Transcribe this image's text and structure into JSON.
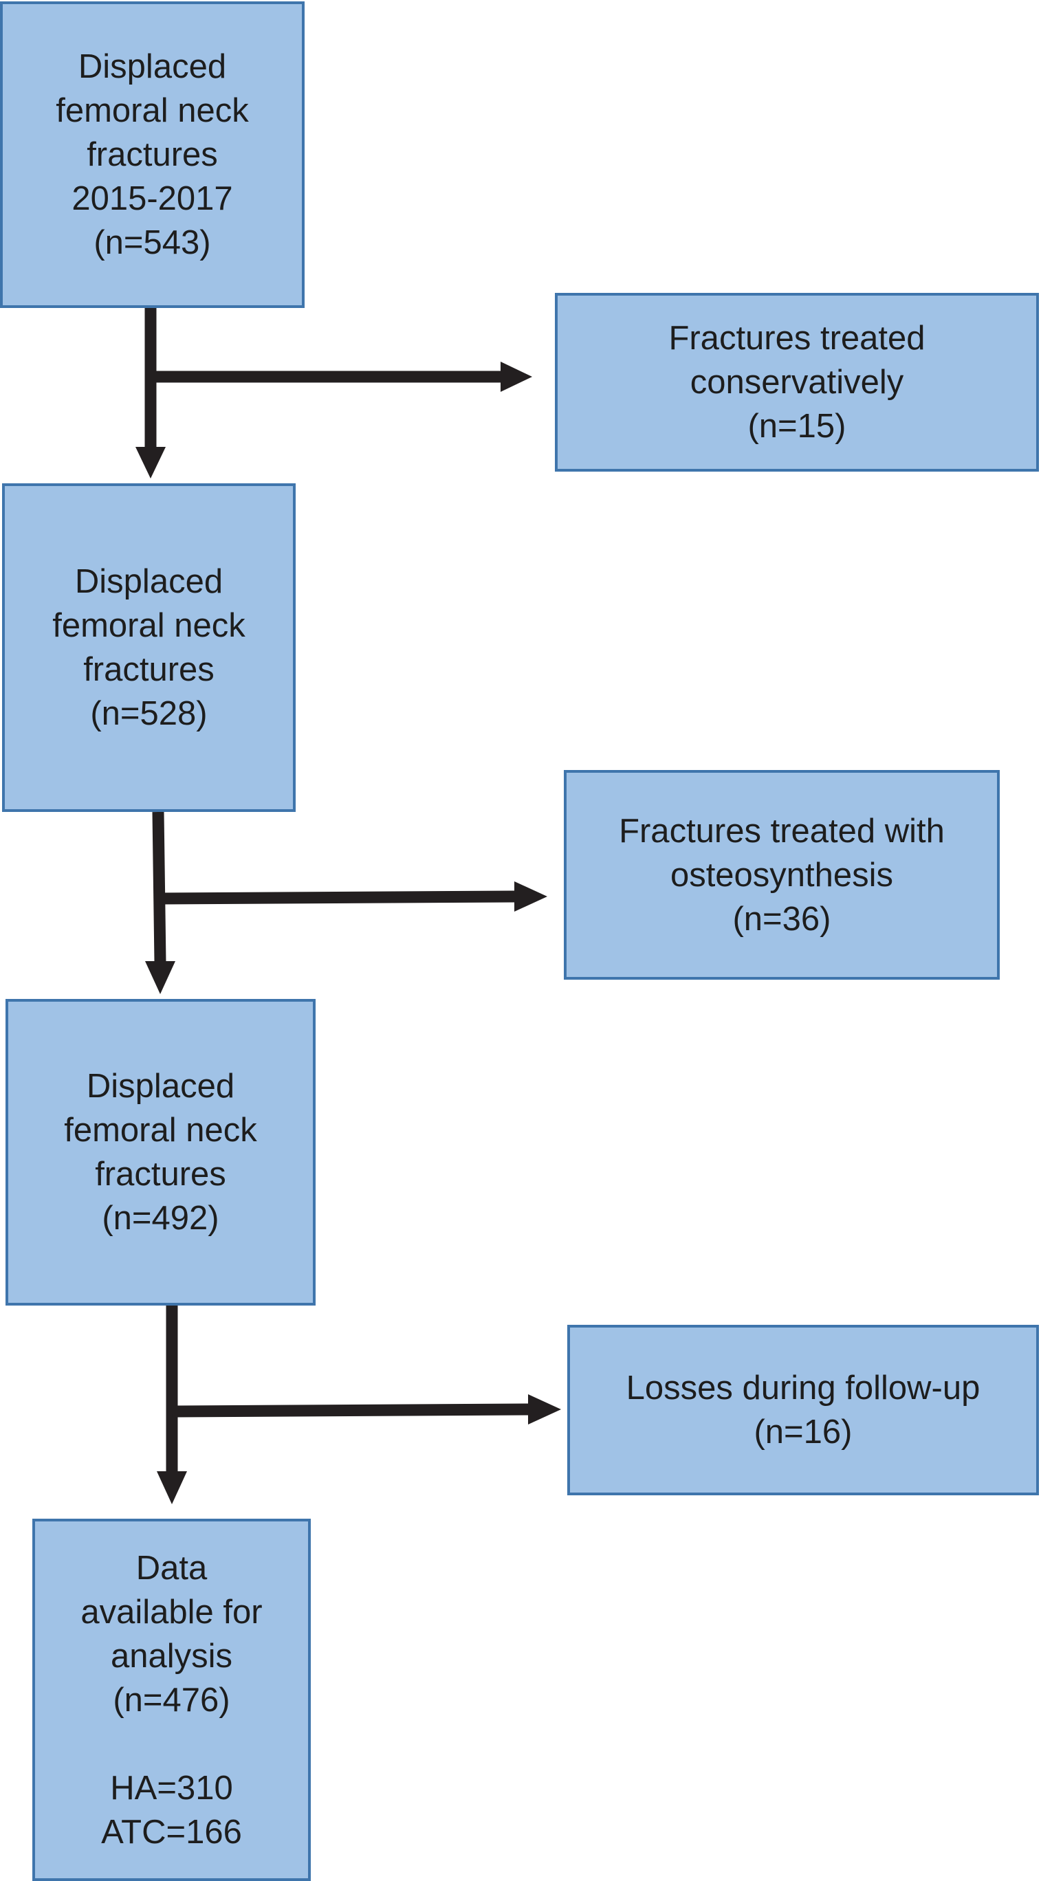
{
  "colors": {
    "box_fill": "#a0c2e6",
    "box_border": "#3f75ac",
    "arrow": "#231f20",
    "text": "#1d1d1d"
  },
  "boxes": {
    "initial": {
      "lines": [
        "Displaced",
        "femoral neck",
        "fractures",
        "2015-2017",
        "(n=543)"
      ]
    },
    "conservative": {
      "lines": [
        "Fractures treated",
        "conservatively",
        "(n=15)"
      ]
    },
    "after_conservative": {
      "lines": [
        "Displaced",
        "femoral neck",
        "fractures",
        "(n=528)"
      ]
    },
    "osteosynthesis": {
      "lines": [
        "Fractures treated with",
        "osteosynthesis",
        "(n=36)"
      ]
    },
    "after_osteosynthesis": {
      "lines": [
        "Displaced",
        "femoral neck",
        "fractures",
        "(n=492)"
      ]
    },
    "losses": {
      "lines": [
        "Losses during follow-up",
        "(n=16)"
      ]
    },
    "final": {
      "lines": [
        "Data",
        "available for",
        "analysis",
        "(n=476)"
      ],
      "groups": [
        "HA=310",
        "ATC=166"
      ]
    }
  }
}
